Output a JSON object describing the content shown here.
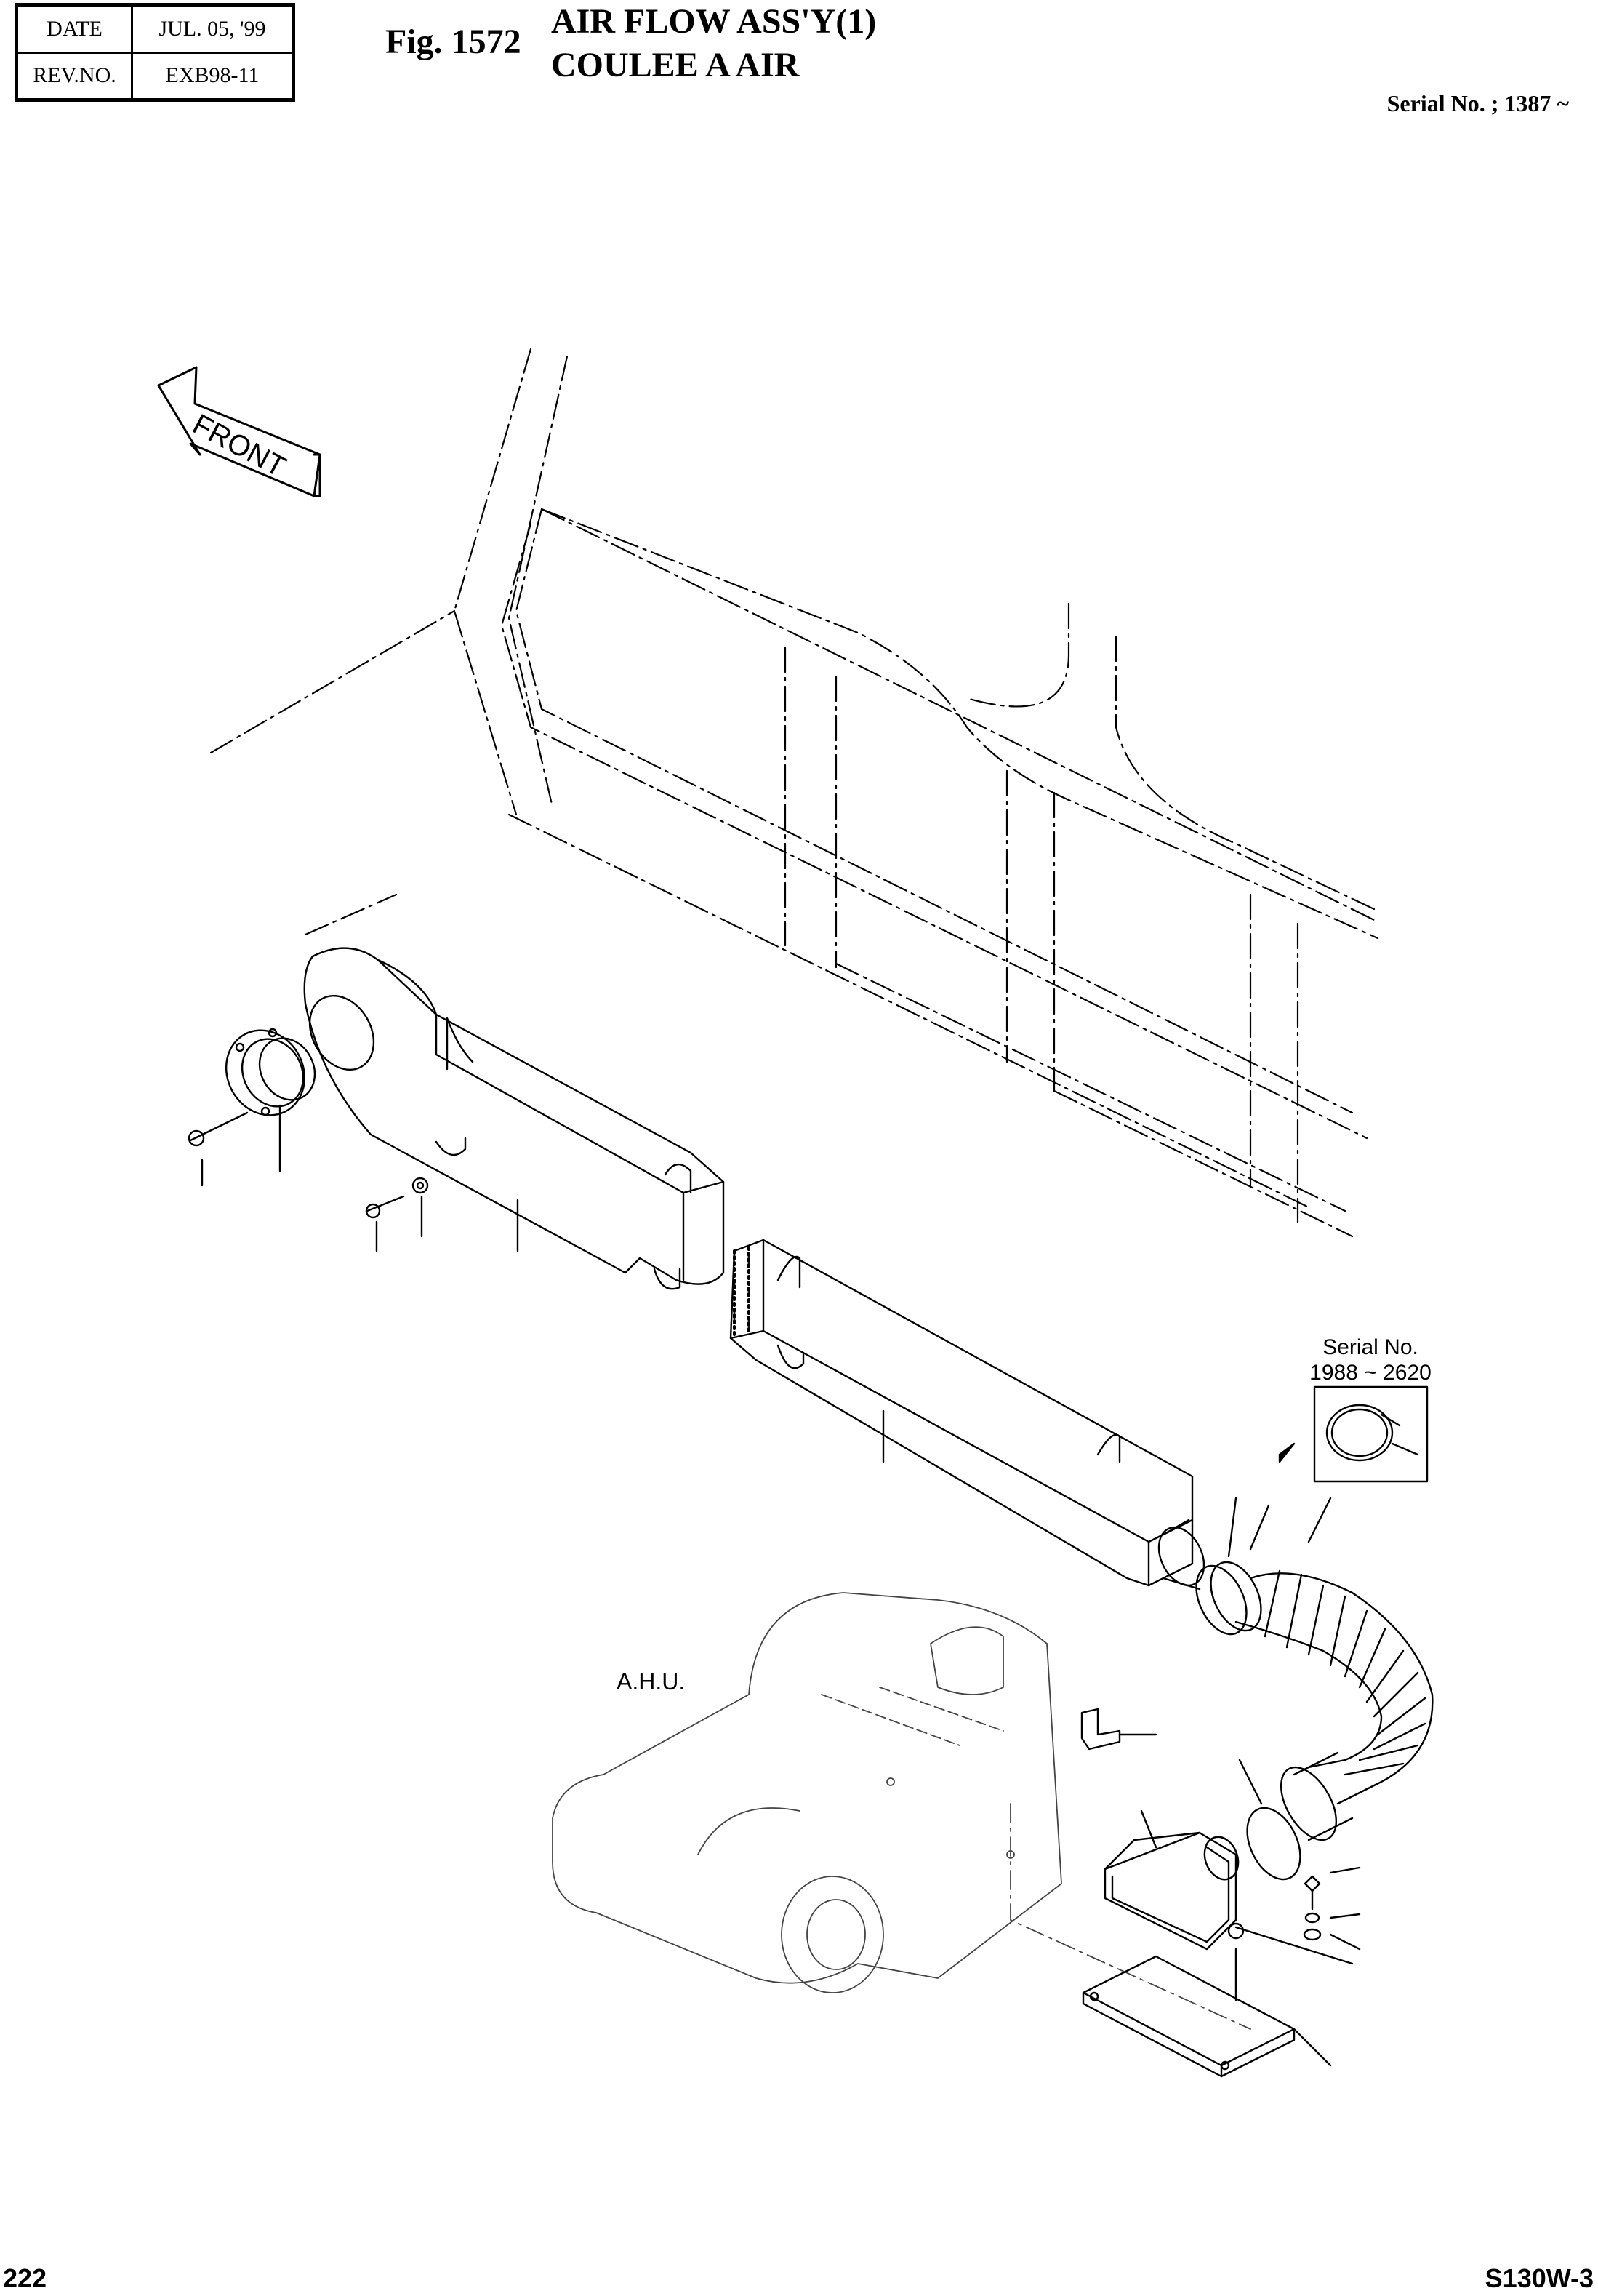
{
  "header": {
    "date_label": "DATE",
    "date_value": "JUL. 05, '99",
    "rev_label": "REV.NO.",
    "rev_value": "EXB98-11"
  },
  "figure": {
    "number": "Fig. 1572",
    "title_en": "AIR FLOW ASS'Y(1)",
    "title_fr": "COULEE A AIR",
    "serial_range": "Serial No. ; 1387 ~"
  },
  "drawing": {
    "front_arrow_label": "FRONT",
    "ahu_label": "A.H.U.",
    "inset_serial_label": "Serial No.",
    "inset_serial_range": "1988 ~ 2620"
  },
  "footer": {
    "page_number": "222",
    "model_code": "S130W-3"
  }
}
